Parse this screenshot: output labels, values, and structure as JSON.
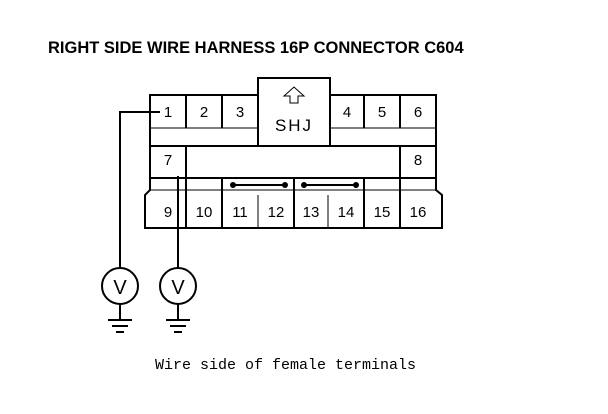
{
  "title": "RIGHT SIDE WIRE HARNESS 16P CONNECTOR C604",
  "caption": "Wire side of female terminals",
  "connector": {
    "housing_label": "SHJ",
    "lock_icon": "arrow-up-icon",
    "pins_top": [
      "1",
      "2",
      "3",
      "4",
      "5",
      "6"
    ],
    "pins_middle": [
      "7",
      "8"
    ],
    "pins_bottom": [
      "9",
      "10",
      "11",
      "12",
      "13",
      "14",
      "15",
      "16"
    ],
    "jumpers": [
      [
        "11",
        "12"
      ],
      [
        "13",
        "14"
      ]
    ]
  },
  "meters": [
    {
      "symbol": "V",
      "probe_pin": "1"
    },
    {
      "symbol": "V",
      "probe_pin": "7"
    }
  ]
}
